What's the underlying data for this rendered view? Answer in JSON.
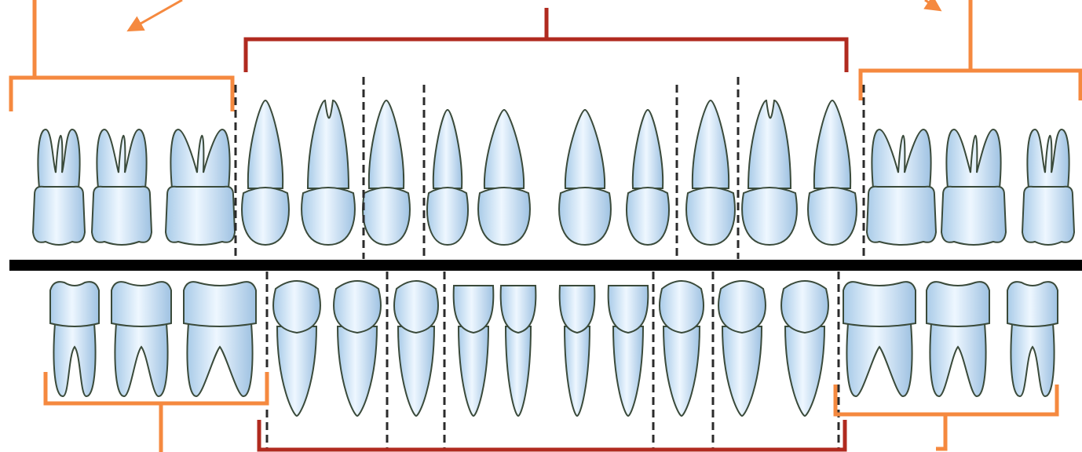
{
  "colors": {
    "background": "#ffffff",
    "tooth_fill": "#cfe6f8",
    "tooth_highlight": "#f2f9ff",
    "tooth_outline": "#3a4a3a",
    "occlusal_line": "#000000",
    "divider": "#2b2b2b",
    "bracket_orange": "#f5893f",
    "bracket_red": "#b02a1f"
  },
  "diagram": {
    "occlusal_plane": "occlusal-line",
    "upper_arch": {
      "teeth": [
        {
          "id": "U1",
          "kind": "molar",
          "roots": 3
        },
        {
          "id": "U2",
          "kind": "molar",
          "roots": 3
        },
        {
          "id": "U3",
          "kind": "molar",
          "roots": 3
        },
        {
          "id": "U4",
          "kind": "premolar",
          "roots": 1
        },
        {
          "id": "U5",
          "kind": "premolar",
          "roots": 2
        },
        {
          "id": "U6",
          "kind": "canine",
          "roots": 1
        },
        {
          "id": "U7",
          "kind": "incisor",
          "roots": 1
        },
        {
          "id": "U8",
          "kind": "incisor",
          "roots": 1
        },
        {
          "id": "U9",
          "kind": "incisor",
          "roots": 1
        },
        {
          "id": "U10",
          "kind": "incisor",
          "roots": 1
        },
        {
          "id": "U11",
          "kind": "canine",
          "roots": 1
        },
        {
          "id": "U12",
          "kind": "premolar",
          "roots": 2
        },
        {
          "id": "U13",
          "kind": "premolar",
          "roots": 1
        },
        {
          "id": "U14",
          "kind": "molar",
          "roots": 3
        },
        {
          "id": "U15",
          "kind": "molar",
          "roots": 3
        },
        {
          "id": "U16",
          "kind": "molar",
          "roots": 3
        }
      ]
    },
    "lower_arch": {
      "teeth": [
        {
          "id": "L1",
          "kind": "molar",
          "roots": 2
        },
        {
          "id": "L2",
          "kind": "molar",
          "roots": 2
        },
        {
          "id": "L3",
          "kind": "molar",
          "roots": 2
        },
        {
          "id": "L4",
          "kind": "premolar",
          "roots": 1
        },
        {
          "id": "L5",
          "kind": "premolar",
          "roots": 1
        },
        {
          "id": "L6",
          "kind": "canine",
          "roots": 1
        },
        {
          "id": "L7",
          "kind": "incisor",
          "roots": 1
        },
        {
          "id": "L8",
          "kind": "incisor",
          "roots": 1
        },
        {
          "id": "L9",
          "kind": "incisor",
          "roots": 1
        },
        {
          "id": "L10",
          "kind": "incisor",
          "roots": 1
        },
        {
          "id": "L11",
          "kind": "canine",
          "roots": 1
        },
        {
          "id": "L12",
          "kind": "premolar",
          "roots": 1
        },
        {
          "id": "L13",
          "kind": "premolar",
          "roots": 1
        },
        {
          "id": "L14",
          "kind": "molar",
          "roots": 2
        },
        {
          "id": "L15",
          "kind": "molar",
          "roots": 2
        },
        {
          "id": "L16",
          "kind": "molar",
          "roots": 2
        }
      ]
    },
    "brackets": [
      {
        "id": "upper-left-molars",
        "color": "orange"
      },
      {
        "id": "upper-anterior",
        "color": "red"
      },
      {
        "id": "upper-right-molars",
        "color": "orange"
      },
      {
        "id": "lower-left-molars",
        "color": "orange"
      },
      {
        "id": "lower-anterior",
        "color": "red"
      },
      {
        "id": "lower-right-molars",
        "color": "orange"
      }
    ]
  }
}
